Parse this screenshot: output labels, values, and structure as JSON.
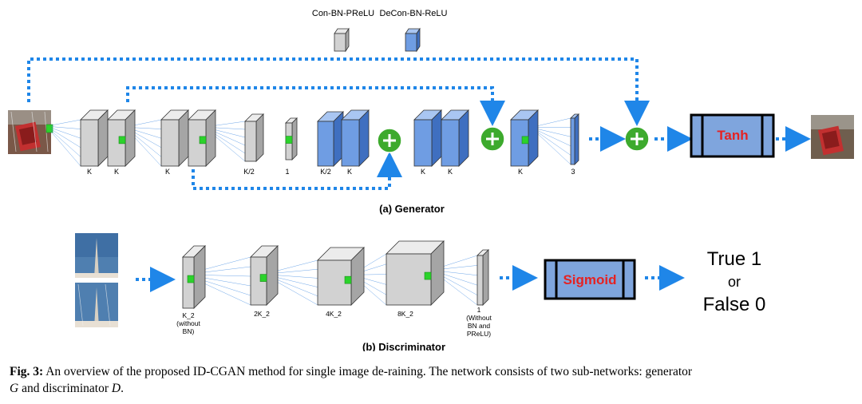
{
  "legend": {
    "conv": "Con-BN-PReLU",
    "deconv": "DeCon-BN-ReLU"
  },
  "generator": {
    "title": "(a) Generator",
    "labels": [
      "K",
      "K",
      "K",
      "K/2",
      "1",
      "K/2",
      "K",
      "K",
      "K",
      "K",
      "3"
    ],
    "final_block": "Tanh"
  },
  "discriminator": {
    "title": "(b) Discriminator",
    "labels": [
      [
        "K_2",
        "(without",
        "BN)"
      ],
      [
        "2K_2"
      ],
      [
        "4K_2"
      ],
      [
        "8K_2"
      ],
      [
        "1",
        "(Without",
        "BN and",
        "PReLU)"
      ]
    ],
    "final_block": "Sigmoid",
    "output": [
      "True 1",
      "or",
      "False 0"
    ]
  },
  "caption": {
    "label": "Fig. 3:",
    "text": "An overview of the proposed ID-CGAN method for single image de-raining. The network consists of two sub-networks: generator",
    "line2_var1": "G",
    "line2_mid": "and discriminator",
    "line2_var2": "D",
    "line2_end": "."
  },
  "colors": {
    "gray_face": "#d2d2d2",
    "blue_face": "#6f9de3",
    "arrow_blue": "#1f86e8",
    "plus_green": "#3daa2d",
    "block_fill": "#7fa5dd",
    "block_text_red": "#e52222",
    "kernel_green": "#2bd32b"
  },
  "icons": [
    "plus-icon",
    "arrowhead-icon"
  ]
}
